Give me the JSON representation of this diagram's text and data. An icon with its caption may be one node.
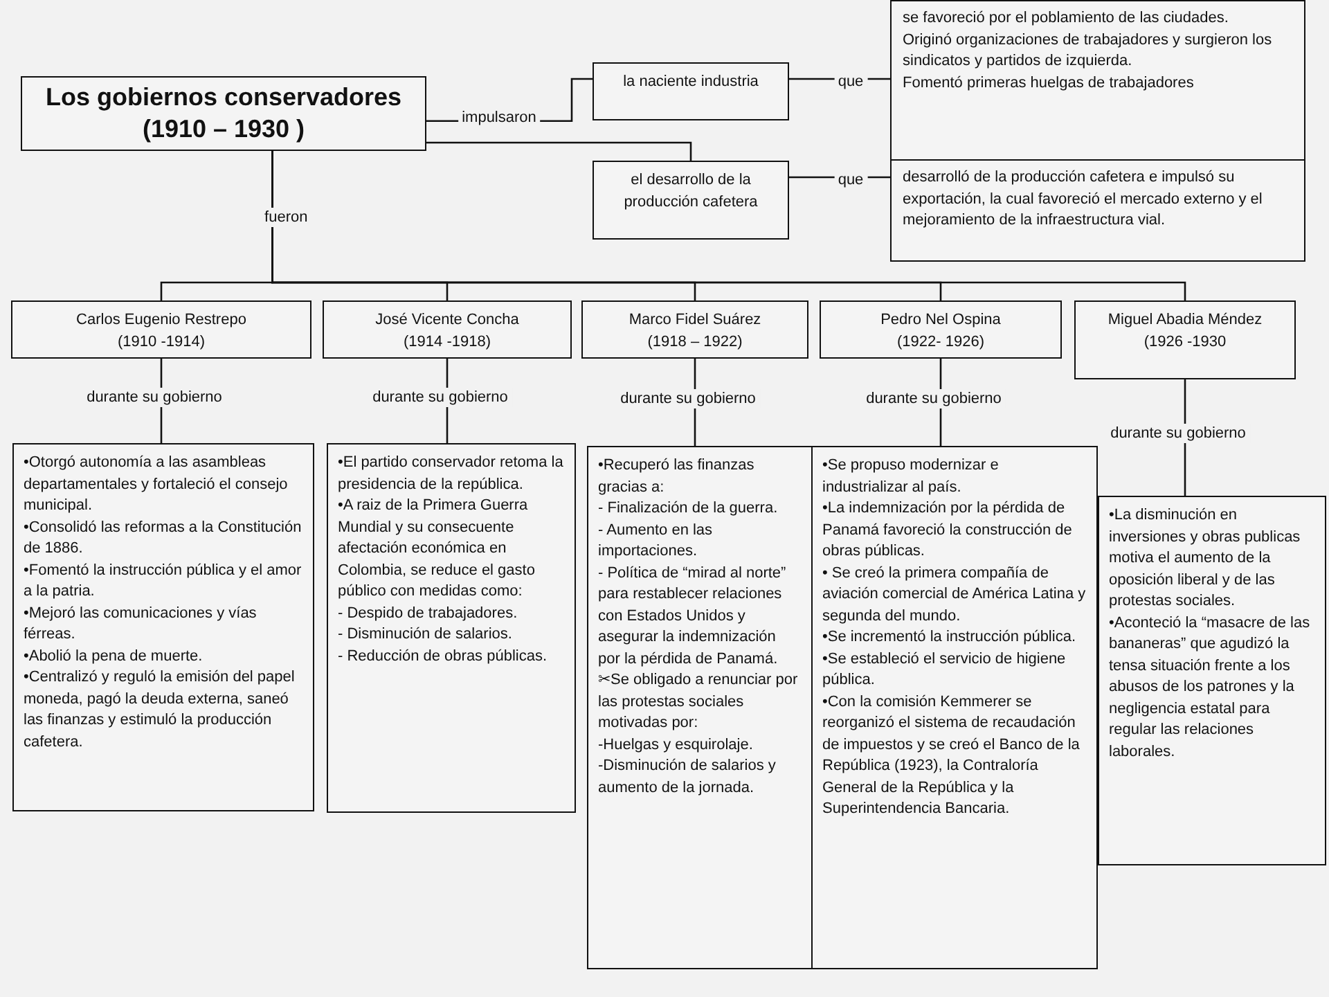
{
  "diagram": {
    "nodes": [
      {
        "text": [
          "Los gobiernos conservadores (1910 – 1930 )"
        ]
      },
      {
        "text": [
          "la naciente industria"
        ]
      },
      {
        "text": [
          "el desarrollo de la producción cafetera"
        ]
      },
      {
        "text": [
          "se favoreció por el poblamiento de las ciudades.",
          "Originó organizaciones de trabajadores y surgieron los sindicatos y partidos de izquierda.",
          "Fomentó primeras huelgas de trabajadores"
        ]
      },
      {
        "text": [
          "desarrolló de la producción cafetera e impulsó su exportación, la cual favoreció el mercado externo y el mejoramiento de la infraestructura vial."
        ]
      },
      {
        "text": [
          "Carlos Eugenio Restrepo",
          "(1910 -1914)"
        ]
      },
      {
        "text": [
          "José Vicente Concha",
          "(1914 -1918)"
        ]
      },
      {
        "text": [
          "Marco Fidel Suárez",
          "(1918 – 1922)"
        ]
      },
      {
        "text": [
          "Pedro Nel Ospina",
          "(1922- 1926)"
        ]
      },
      {
        "text": [
          "Miguel Abadia Méndez",
          "(1926 -1930"
        ]
      },
      {
        "text": [
          "•Otorgó autonomía a las asambleas departamentales y fortaleció el consejo municipal.",
          "•Consolidó las reformas a la Constitución de 1886.",
          "•Fomentó la instrucción pública y el amor a la patria.",
          "•Mejoró las comunicaciones y vías férreas.",
          "•Abolió la pena de muerte.",
          "•Centralizó y reguló la emisión del papel moneda, pagó la deuda externa, saneó las finanzas y estimuló la producción cafetera."
        ]
      },
      {
        "text": [
          "•El partido conservador retoma la presidencia de la república.",
          "•A raiz de la Primera Guerra Mundial y su consecuente afectación económica en Colombia, se reduce el gasto público con medidas como:",
          "- Despido de trabajadores.",
          "- Disminución de salarios.",
          "- Reducción de obras públicas."
        ]
      },
      {
        "text": [
          "•Recuperó las finanzas gracias a:",
          "- Finalización de la guerra.",
          "- Aumento en las importaciones.",
          "- Política de “mirad al norte” para restablecer relaciones con Estados Unidos y asegurar la indemnización por la pérdida de Panamá.",
          "✂Se obligado a renunciar por las protestas sociales motivadas por:",
          "-Huelgas y esquirolaje.",
          "-Disminución de salarios y aumento de la jornada."
        ]
      },
      {
        "text": [
          "•Se propuso modernizar e industrializar al país.",
          "•La indemnización por la pérdida de Panamá favoreció la construcción de obras públicas.",
          "• Se creó la primera compañía de aviación comercial de América Latina y segunda del mundo.",
          "•Se incrementó la instrucción pública.",
          "•Se estableció el servicio de higiene pública.",
          "•Con la comisión Kemmerer se reorganizó el sistema de recaudación de impuestos y se creó el Banco de la República (1923), la Contraloría General de la República y la Superintendencia Bancaria."
        ]
      },
      {
        "text": [
          "•La disminución en inversiones y obras publicas motiva el aumento de la oposición liberal y de las protestas sociales.",
          "•Aconteció la “masacre de las bananeras” que agudizó la tensa situación frente a los abusos de los patrones y la negligencia estatal para regular las relaciones laborales."
        ]
      }
    ],
    "edges": [
      {
        "from": 0,
        "to": 1,
        "arrow": "none",
        "label": "impulsaron"
      },
      {
        "from": 0,
        "to": 2,
        "arrow": "none"
      },
      {
        "from": 1,
        "to": 3,
        "arrow": "none",
        "label": "que"
      },
      {
        "from": 2,
        "to": 4,
        "arrow": "none",
        "label": "que"
      },
      {
        "from": 0,
        "to": 5,
        "arrow": "none",
        "label": "fueron"
      },
      {
        "from": 0,
        "to": 6,
        "arrow": "none"
      },
      {
        "from": 0,
        "to": 7,
        "arrow": "none"
      },
      {
        "from": 0,
        "to": 8,
        "arrow": "none"
      },
      {
        "from": 0,
        "to": 9,
        "arrow": "none"
      },
      {
        "from": 5,
        "to": 10,
        "arrow": "none",
        "label": "durante su gobierno"
      },
      {
        "from": 6,
        "to": 11,
        "arrow": "none",
        "label": "durante su gobierno"
      },
      {
        "from": 7,
        "to": 12,
        "arrow": "none",
        "label": "durante su gobierno"
      },
      {
        "from": 8,
        "to": 13,
        "arrow": "none",
        "label": "durante su gobierno"
      },
      {
        "from": 9,
        "to": 14,
        "arrow": "none",
        "label": "durante su gobierno"
      }
    ]
  }
}
